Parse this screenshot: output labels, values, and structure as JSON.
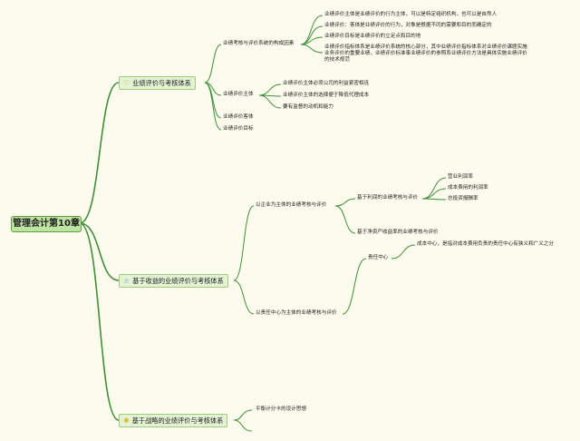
{
  "root": {
    "title": "管理会计第10章"
  },
  "colors": {
    "branch": "#3f8f3a",
    "root_fill": "#bfe3a2",
    "topic_fill": "#e3f3d4",
    "background": "#fdfbed"
  },
  "topics": [
    {
      "label": "业绩评价与考核体系",
      "icon": "heart-icon",
      "icon_glyph": "♡",
      "children": [
        {
          "label": "业绩考核与评价系统的构成因素",
          "children": [
            "业绩评价主体是业绩评价的行为主体，可以是特定组织机构，也可以是自然人",
            "业绩评价：客体是业绩评价的行为，对象是根据不同的需要和目的而确定的",
            "业绩评价目标是业绩评价的立足点和目的地",
            "业绩评价指标体系是业绩评价系统的核心部分，其中业绩评价指标体系对业绩评价课题实施业务评价的重要业绩，业绩评价标准事业绩评价的参照系业绩评价方法是具体实施业绩评价的技术规范"
          ]
        },
        {
          "label": "业绩评价主体",
          "children": [
            "业绩评价主体必须公司的利益紧密相连",
            "业绩评价主体的选择便于降低代理成本",
            "要有监督的动机和能力"
          ]
        },
        {
          "label": "业绩评价客体",
          "children": []
        },
        {
          "label": "业绩评价目标",
          "children": []
        }
      ]
    },
    {
      "label": "基于收益的业绩评价与考核体系",
      "icon": "star-icon",
      "icon_glyph": "☆",
      "children": [
        {
          "label": "以企业为主体的业绩考核与评价",
          "children": [
            {
              "label": "基于利润的业绩考核与评价",
              "children": [
                "营业利润率",
                "成本费用的利润率",
                "总投资报酬率"
              ]
            },
            {
              "label": "基于净资产收益率的业绩考核与评价",
              "children": []
            }
          ]
        },
        {
          "label": "以责任中心为主体的业绩考核与评价",
          "children": [
            {
              "label": "责任中心",
              "children": [
                "成本中心，是指对成本费用负责的责任中心有狭义和广义之分"
              ]
            }
          ]
        }
      ]
    },
    {
      "label": "基于战略的业绩评价与考核体系",
      "icon": "sun-icon",
      "icon_glyph": "✺",
      "children": [
        {
          "label": "平衡计分卡的设计思想",
          "children": []
        },
        {
          "label": "",
          "children": []
        }
      ]
    }
  ]
}
